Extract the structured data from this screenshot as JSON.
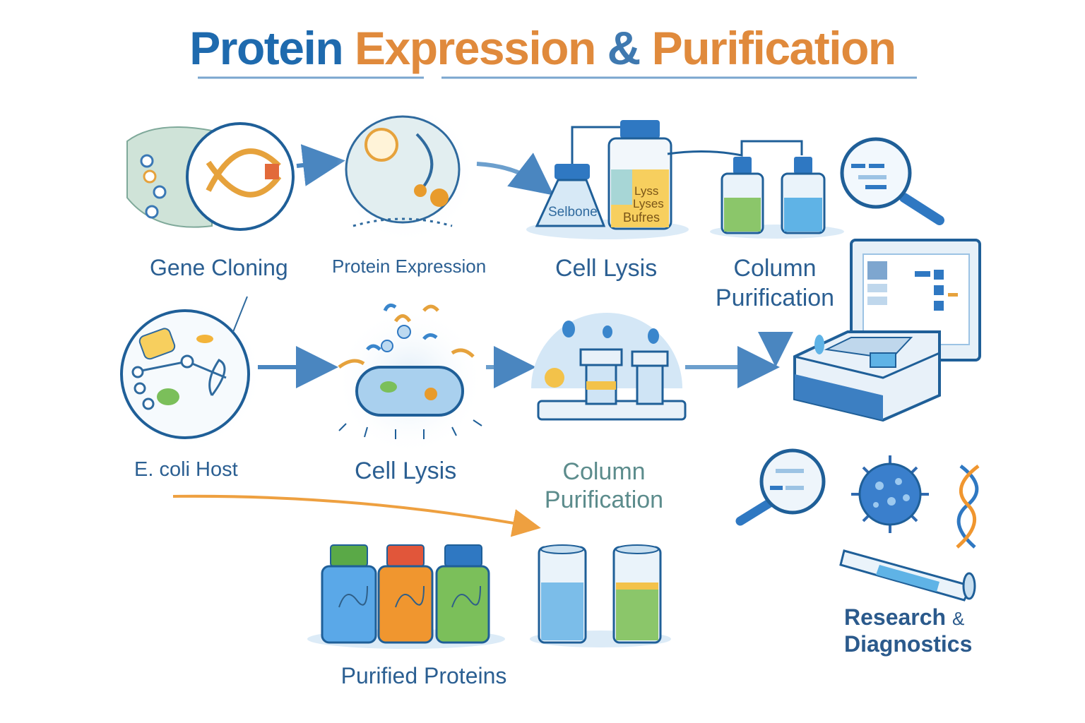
{
  "title": {
    "word1": "Protein",
    "word2": "Expression",
    "amp": "&",
    "word3": "Purification"
  },
  "steps": {
    "gene_cloning": "Gene Cloning",
    "protein_expression": "Protein Expression",
    "cell_lysis_top": "Cell Lysis",
    "column_purification_top_1": "Column",
    "column_purification_top_2": "Purification",
    "ecoli_host": "E. coli Host",
    "cell_lysis_mid": "Cell Lysis",
    "column_purification_mid_1": "Column",
    "column_purification_mid_2": "Purification",
    "purified_proteins": "Purified Proteins",
    "research_1": "Research",
    "research_amp": "&",
    "research_2": "Diagnostics"
  },
  "bottle_labels": {
    "left": "Selbone",
    "right_1": "Lyss",
    "right_2": "Lyses",
    "right_3": "Bufres"
  },
  "colors": {
    "blue": "#1e6aae",
    "orange": "#e08a3c",
    "label": "#2b5f92",
    "teal": "#5c8c8c"
  }
}
